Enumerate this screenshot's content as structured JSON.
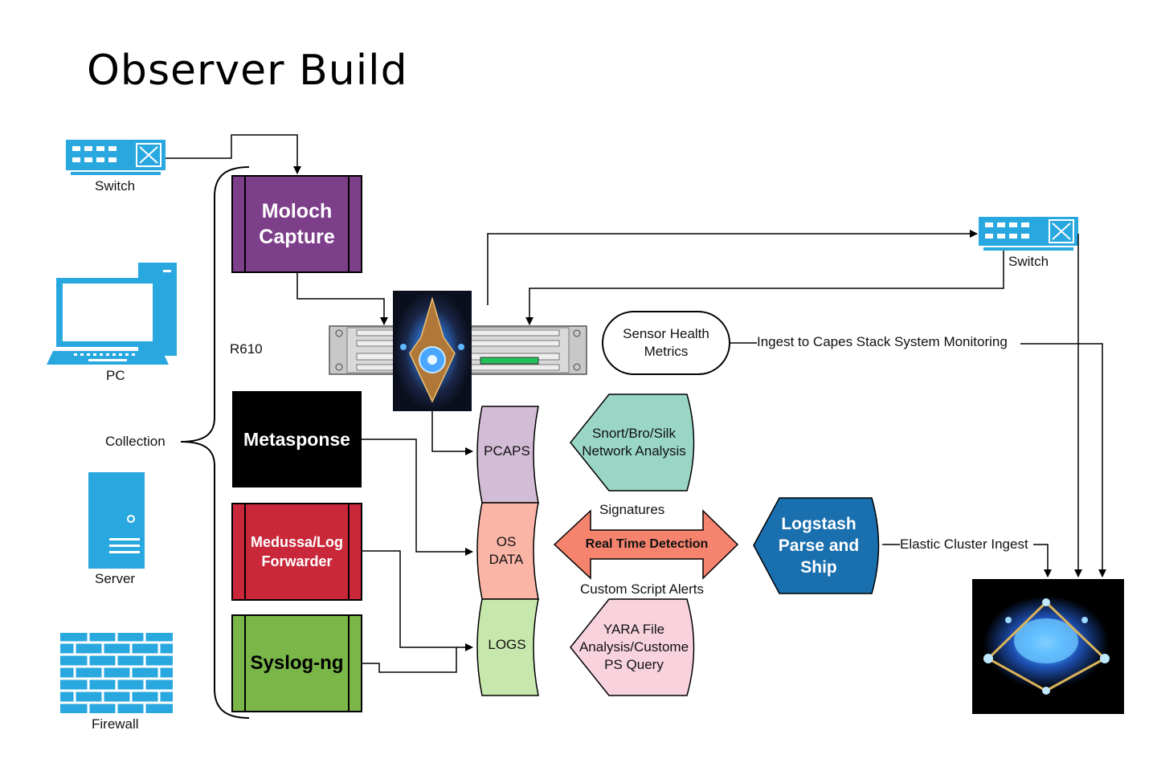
{
  "title": "Observer Build",
  "devices": {
    "switch_top": "Switch",
    "switch_right": "Switch",
    "pc": "PC",
    "server": "Server",
    "firewall": "Firewall"
  },
  "collection_label": "Collection",
  "r610_label": "R610",
  "processes": {
    "moloch": "Moloch Capture",
    "metasponse": "Metasponse",
    "medussa": "Medussa/Log Forwarder",
    "syslog": "Syslog-ng"
  },
  "data_stores": {
    "pcaps": "PCAPS",
    "os_data": "OS DATA",
    "logs": "LOGS"
  },
  "analysis": {
    "snort": "Snort/Bro/Silk Network Analysis",
    "yara": "YARA File Analysis/Custome PS Query"
  },
  "sensor_health": "Sensor Health Metrics",
  "ingest_monitoring": "Ingest to Capes Stack System Monitoring",
  "detection": {
    "label": "Real Time Detection",
    "signatures": "Signatures",
    "custom_alerts": "Custom Script Alerts"
  },
  "logstash": "Logstash Parse and Ship",
  "elastic_ingest": "Elastic Cluster Ingest",
  "colors": {
    "device_blue": "#29a8e0",
    "moloch": "#7e3f8a",
    "metasponse": "#000000",
    "medussa": "#c8283a",
    "syslog": "#7ab648",
    "pcaps": "#d3bcd6",
    "os_data": "#fbb5a6",
    "logs": "#c7e8ac",
    "snort": "#9ad6c6",
    "yara": "#f8d3de",
    "detection": "#f6836e",
    "logstash": "#1a6fae"
  }
}
